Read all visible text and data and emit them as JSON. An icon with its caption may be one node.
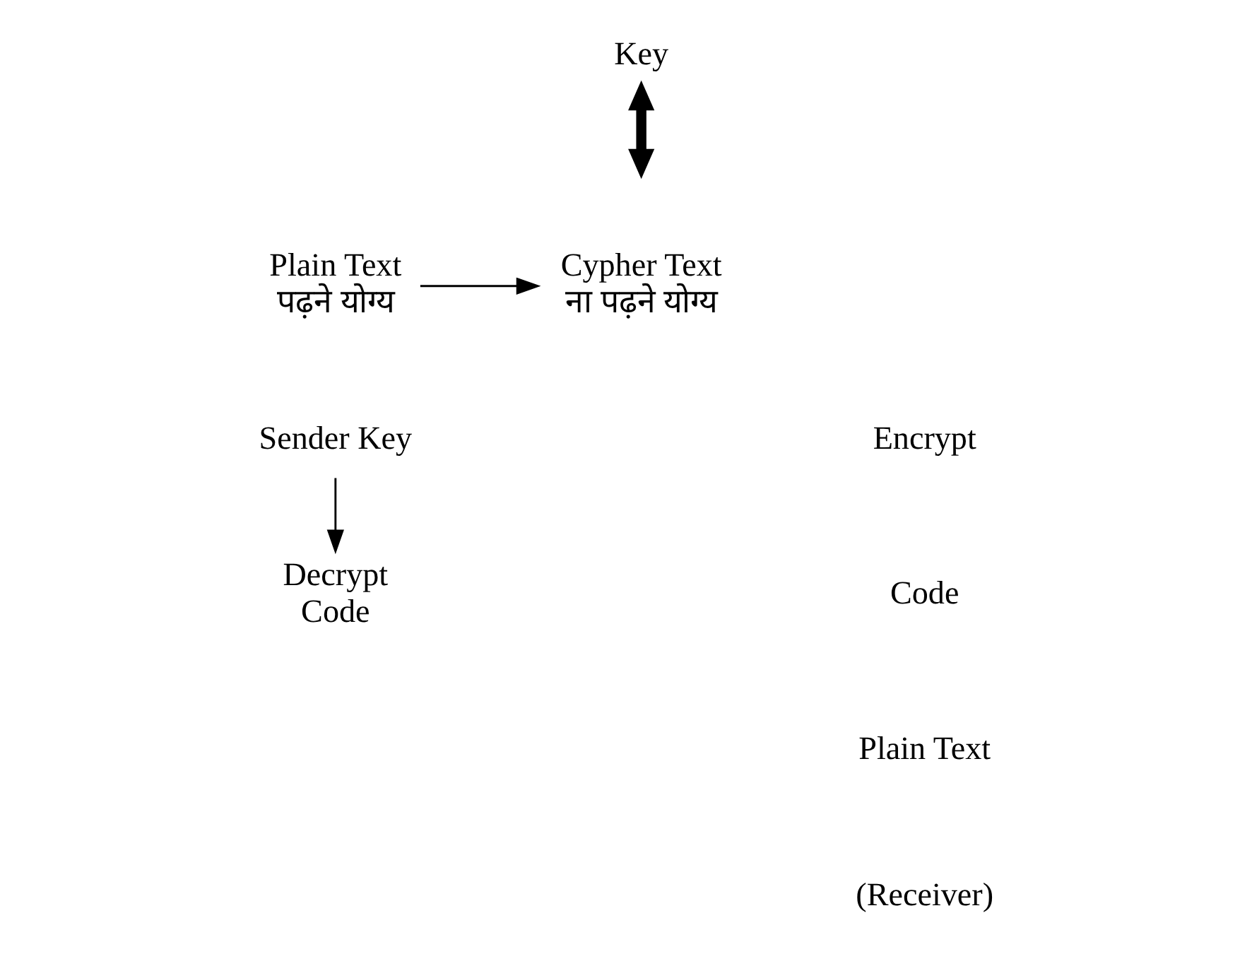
{
  "diagram": {
    "nodes": [
      {
        "text": [
          "Key"
        ]
      },
      {
        "text": [
          "Plain Text",
          "पढ़ने योग्य"
        ]
      },
      {
        "text": [
          "Cypher Text",
          "ना पढ़ने योग्य"
        ]
      },
      {
        "text": [
          "Sender Key"
        ]
      },
      {
        "text": [
          "Decrypt",
          "Code"
        ]
      }
    ],
    "edges": [
      {
        "from": 0,
        "to": null,
        "arrow": "both",
        "style": "thick"
      },
      {
        "from": 1,
        "to": 2,
        "arrow": "to"
      },
      {
        "from": 3,
        "to": 4,
        "arrow": "to"
      }
    ],
    "labels": [
      "Encrypt",
      "Code",
      "Plain Text",
      "(Receiver)"
    ]
  }
}
